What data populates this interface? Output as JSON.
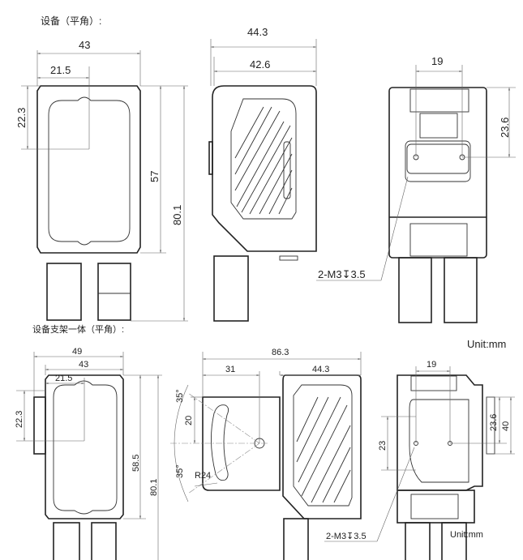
{
  "top_section": {
    "title": "设备（平角）:",
    "front_view": {
      "width": "43",
      "half_width": "21.5",
      "center_height": "22.3",
      "body_height": "57",
      "total_height": "80.1"
    },
    "side_view": {
      "overall_depth": "44.3",
      "body_depth": "42.6"
    },
    "back_view": {
      "hole_spacing": "19",
      "hole_height": "23.6",
      "thread_spec": "2-M3↧3.5"
    },
    "unit": "Unit:mm"
  },
  "bottom_section": {
    "title": "设备支架一体（平角）:",
    "front_view": {
      "bracket_width": "49",
      "width": "43",
      "half_width": "21.5",
      "center_height": "22.3",
      "body_height": "58.5",
      "total_height": "80.1"
    },
    "side_view": {
      "overall_length": "86.3",
      "bracket_length": "31",
      "body_depth": "44.3",
      "angle_upper": "35°",
      "angle_lower": "35°",
      "slot_offset": "20",
      "radius": "R24"
    },
    "back_view": {
      "hole_spacing": "19",
      "hole_height": "23.6",
      "hole_vertical": "23",
      "bracket_height": "40",
      "thread_spec": "2-M3↧3.5"
    },
    "unit": "Unit:mm"
  }
}
